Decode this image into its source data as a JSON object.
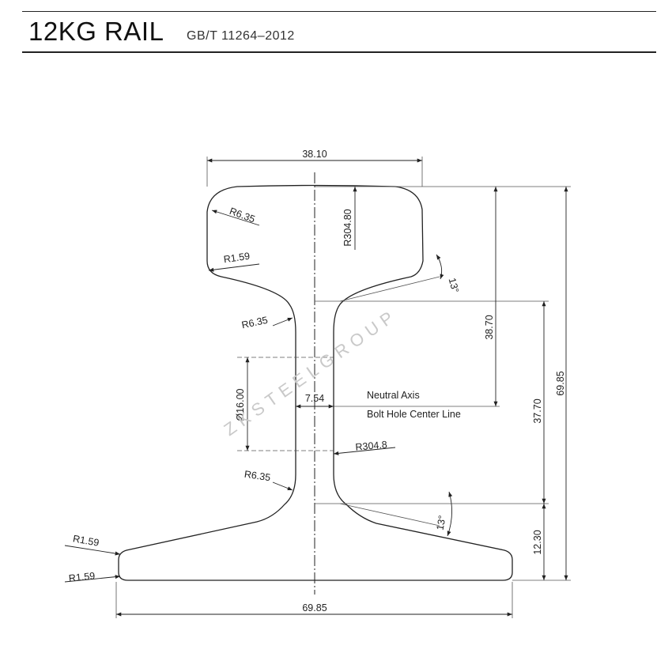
{
  "header": {
    "title": "12KG RAIL",
    "standard": "GB/T 11264–2012"
  },
  "watermark": "ZKSTEELGROUP",
  "dimensions": {
    "head_width": "38.10",
    "head_radius_large": "R304.80",
    "head_corner_radius": "R6.35",
    "head_under_radius": "R1.59",
    "angle_top": "13°",
    "web_top_radius": "R6.35",
    "bolt_hole_dia": "Ø16.00",
    "web_thickness": "7.54",
    "neutral_axis": "Neutral Axis",
    "bolt_hole_line": "Bolt Hole Center Line",
    "web_radius": "R304.8",
    "web_bottom_radius": "R6.35",
    "angle_bottom": "13°",
    "base_top_radius": "R1.59",
    "base_bottom_radius": "R1.59",
    "base_width": "69.85",
    "head_height": "38.70",
    "web_height": "37.70",
    "base_height": "12.30",
    "total_height": "69.85"
  },
  "colors": {
    "line": "#222222",
    "watermark": "#c9c9c9"
  }
}
